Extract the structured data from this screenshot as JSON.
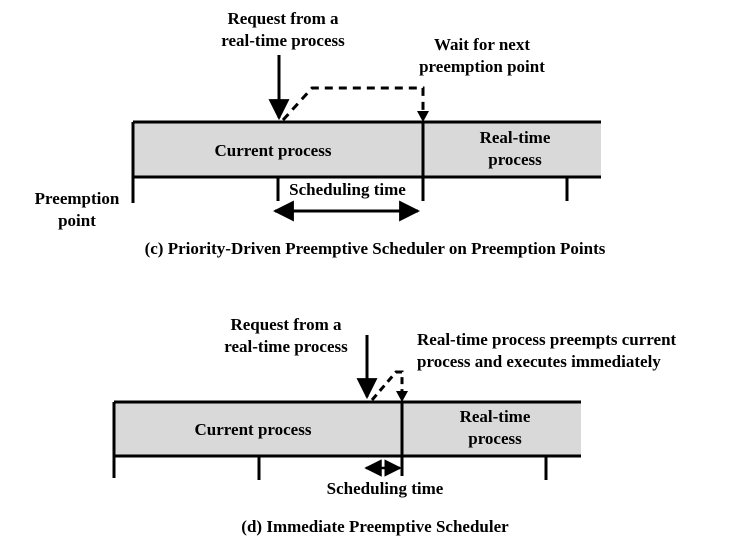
{
  "panel_c": {
    "request_line1": "Request from a",
    "request_line2": "real-time process",
    "wait_line1": "Wait for next",
    "wait_line2": "preemption point",
    "current_label": "Current process",
    "realtime_line1": "Real-time",
    "realtime_line2": "process",
    "preemption_line1": "Preemption",
    "preemption_line2": "point",
    "scheduling_time": "Scheduling time",
    "caption": "(c) Priority-Driven Preemptive Scheduler on Preemption Points"
  },
  "panel_d": {
    "request_line1": "Request from a",
    "request_line2": "real-time process",
    "preempt_line1": "Real-time process preempts current",
    "preempt_line2": "process and executes immediately",
    "current_label": "Current process",
    "realtime_line1": "Real-time",
    "realtime_line2": "process",
    "scheduling_time": "Scheduling time",
    "caption": "(d) Immediate Preemptive Scheduler"
  },
  "colors": {
    "bar_fill": "#d9d9d9",
    "line": "#000000",
    "background": "#ffffff"
  }
}
